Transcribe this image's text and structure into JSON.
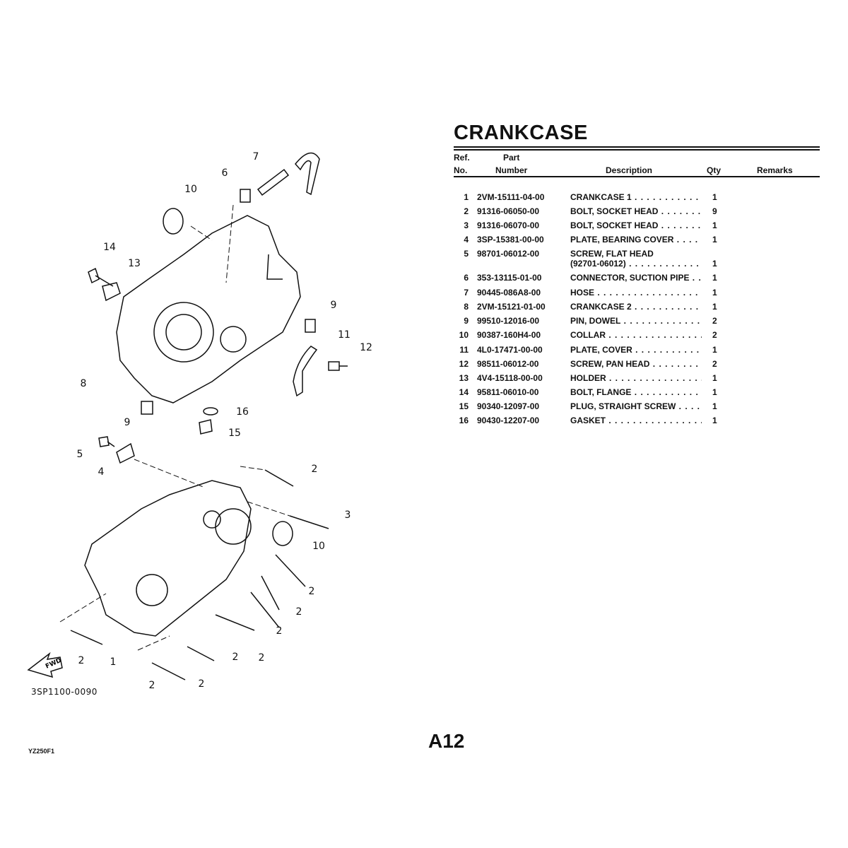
{
  "title": "CRANKCASE",
  "table": {
    "headers": {
      "ref_top": "Ref.",
      "ref_bottom": "No.",
      "part_top": "Part",
      "part_bottom": "Number",
      "description": "Description",
      "qty": "Qty",
      "remarks": "Remarks"
    },
    "rows": [
      {
        "ref": "1",
        "part": "2VM-15111-04-00",
        "desc": "CRANKCASE 1",
        "qty": "1"
      },
      {
        "ref": "2",
        "part": "91316-06050-00",
        "desc": "BOLT, SOCKET HEAD",
        "qty": "9"
      },
      {
        "ref": "3",
        "part": "91316-06070-00",
        "desc": "BOLT, SOCKET HEAD",
        "qty": "1"
      },
      {
        "ref": "4",
        "part": "3SP-15381-00-00",
        "desc": "PLATE, BEARING COVER",
        "qty": "1"
      },
      {
        "ref": "5",
        "part": "98701-06012-00",
        "desc": "SCREW, FLAT HEAD",
        "desc2": "(92701-06012)",
        "qty": "1"
      },
      {
        "ref": "6",
        "part": "353-13115-01-00",
        "desc": "CONNECTOR, SUCTION PIPE",
        "qty": "1"
      },
      {
        "ref": "7",
        "part": "90445-086A8-00",
        "desc": "HOSE",
        "qty": "1"
      },
      {
        "ref": "8",
        "part": "2VM-15121-01-00",
        "desc": "CRANKCASE 2",
        "qty": "1"
      },
      {
        "ref": "9",
        "part": "99510-12016-00",
        "desc": "PIN, DOWEL",
        "qty": "2"
      },
      {
        "ref": "10",
        "part": "90387-160H4-00",
        "desc": "COLLAR",
        "qty": "2"
      },
      {
        "ref": "11",
        "part": "4L0-17471-00-00",
        "desc": "PLATE, COVER",
        "qty": "1"
      },
      {
        "ref": "12",
        "part": "98511-06012-00",
        "desc": "SCREW, PAN HEAD",
        "qty": "2"
      },
      {
        "ref": "13",
        "part": "4V4-15118-00-00",
        "desc": "HOLDER",
        "qty": "1"
      },
      {
        "ref": "14",
        "part": "95811-06010-00",
        "desc": "BOLT, FLANGE",
        "qty": "1"
      },
      {
        "ref": "15",
        "part": "90340-12097-00",
        "desc": "PLUG, STRAIGHT SCREW",
        "qty": "1"
      },
      {
        "ref": "16",
        "part": "90430-12207-00",
        "desc": "GASKET",
        "qty": "1"
      }
    ]
  },
  "diagram": {
    "callouts": [
      "7",
      "6",
      "10",
      "14",
      "13",
      "9",
      "11",
      "12",
      "8",
      "9",
      "16",
      "15",
      "5",
      "4",
      "2",
      "3",
      "10",
      "2",
      "2",
      "2",
      "2",
      "2",
      "1",
      "2",
      "2",
      "2"
    ],
    "fwd_label": "FWD",
    "code": "3SP1100-0090"
  },
  "footer": {
    "page": "A12",
    "model": "YZ250F1"
  }
}
